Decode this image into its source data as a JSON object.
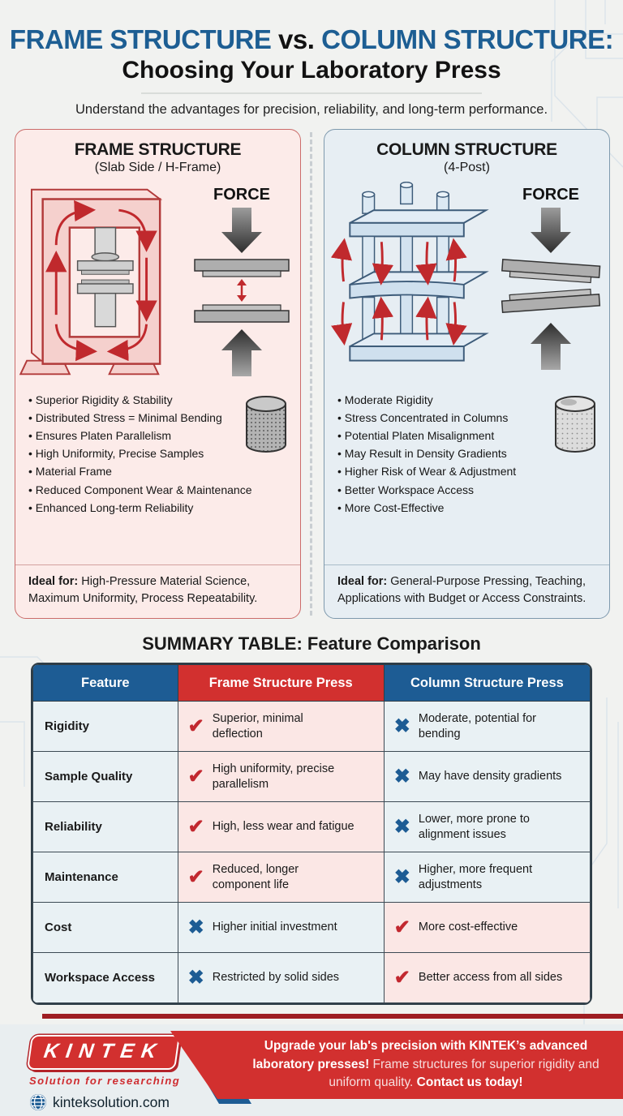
{
  "colors": {
    "accent_blue": "#1d5c94",
    "accent_red": "#d2302f",
    "frame_panel_bg": "#fcebe9",
    "column_panel_bg": "#e7eef3",
    "win_cell_bg": "#fbe7e5",
    "lose_cell_bg": "#e9f1f4"
  },
  "icons": {
    "check": "✔",
    "cross": "✖"
  },
  "header": {
    "title_part1": "FRAME STRUCTURE",
    "title_vs": " vs. ",
    "title_part2": "COLUMN STRUCTURE:",
    "title_line2": "Choosing Your Laboratory Press",
    "subtitle": "Understand the advantages for precision, reliability, and long-term performance."
  },
  "frame_panel": {
    "title": "FRAME STRUCTURE",
    "subtitle": "(Slab Side / H-Frame)",
    "force_label": "FORCE",
    "bullets": [
      "Superior Rigidity & Stability",
      "Distributed Stress = Minimal Bending",
      "Ensures Platen Parallelism",
      "High Uniformity, Precise Samples",
      "Material Frame",
      "Reduced Component Wear & Maintenance",
      "Enhanced Long-term Reliability"
    ],
    "ideal_label": "Ideal for:",
    "ideal_text": " High-Pressure Material Science, Maximum Uniformity, Process Repeatability."
  },
  "column_panel": {
    "title": "COLUMN STRUCTURE",
    "subtitle": "(4-Post)",
    "force_label": "FORCE",
    "bullets": [
      "Moderate Rigidity",
      "Stress Concentrated in Columns",
      "Potential Platen Misalignment",
      "May Result in Density Gradients",
      "Higher Risk of Wear & Adjustment",
      "Better Workspace Access",
      "More Cost-Effective"
    ],
    "ideal_label": "Ideal for:",
    "ideal_text": " General-Purpose Pressing, Teaching, Applications with Budget or Access Constraints."
  },
  "summary": {
    "title": "SUMMARY TABLE: Feature Comparison",
    "headers": [
      "Feature",
      "Frame Structure Press",
      "Column Structure Press"
    ],
    "rows": [
      {
        "feature": "Rigidity",
        "frame": {
          "mark": "check",
          "text": "Superior, minimal deflection"
        },
        "column": {
          "mark": "cross",
          "text": "Moderate, potential for bending"
        }
      },
      {
        "feature": "Sample Quality",
        "frame": {
          "mark": "check",
          "text": "High uniformity, precise parallelism"
        },
        "column": {
          "mark": "cross",
          "text": "May have density gradients"
        }
      },
      {
        "feature": "Reliability",
        "frame": {
          "mark": "check",
          "text": "High, less wear and fatigue"
        },
        "column": {
          "mark": "cross",
          "text": "Lower, more prone to alignment issues"
        }
      },
      {
        "feature": "Maintenance",
        "frame": {
          "mark": "check",
          "text": "Reduced, longer component life"
        },
        "column": {
          "mark": "cross",
          "text": "Higher, more frequent adjustments"
        }
      },
      {
        "feature": "Cost",
        "frame": {
          "mark": "cross",
          "text": "Higher initial investment"
        },
        "column": {
          "mark": "check",
          "text": "More cost-effective"
        }
      },
      {
        "feature": "Workspace Access",
        "frame": {
          "mark": "cross",
          "text": "Restricted by solid sides"
        },
        "column": {
          "mark": "check",
          "text": "Better access from all sides"
        }
      }
    ]
  },
  "footer": {
    "logo_text": "KINTEK",
    "logo_tagline": "Solution for researching",
    "website": "kinteksolution.com",
    "banner_bold1": "Upgrade your lab's precision with KINTEK’s advanced laboratory presses!",
    "banner_normal": " Frame structures for superior rigidity and uniform quality. ",
    "banner_bold2": "Contact us today!"
  }
}
